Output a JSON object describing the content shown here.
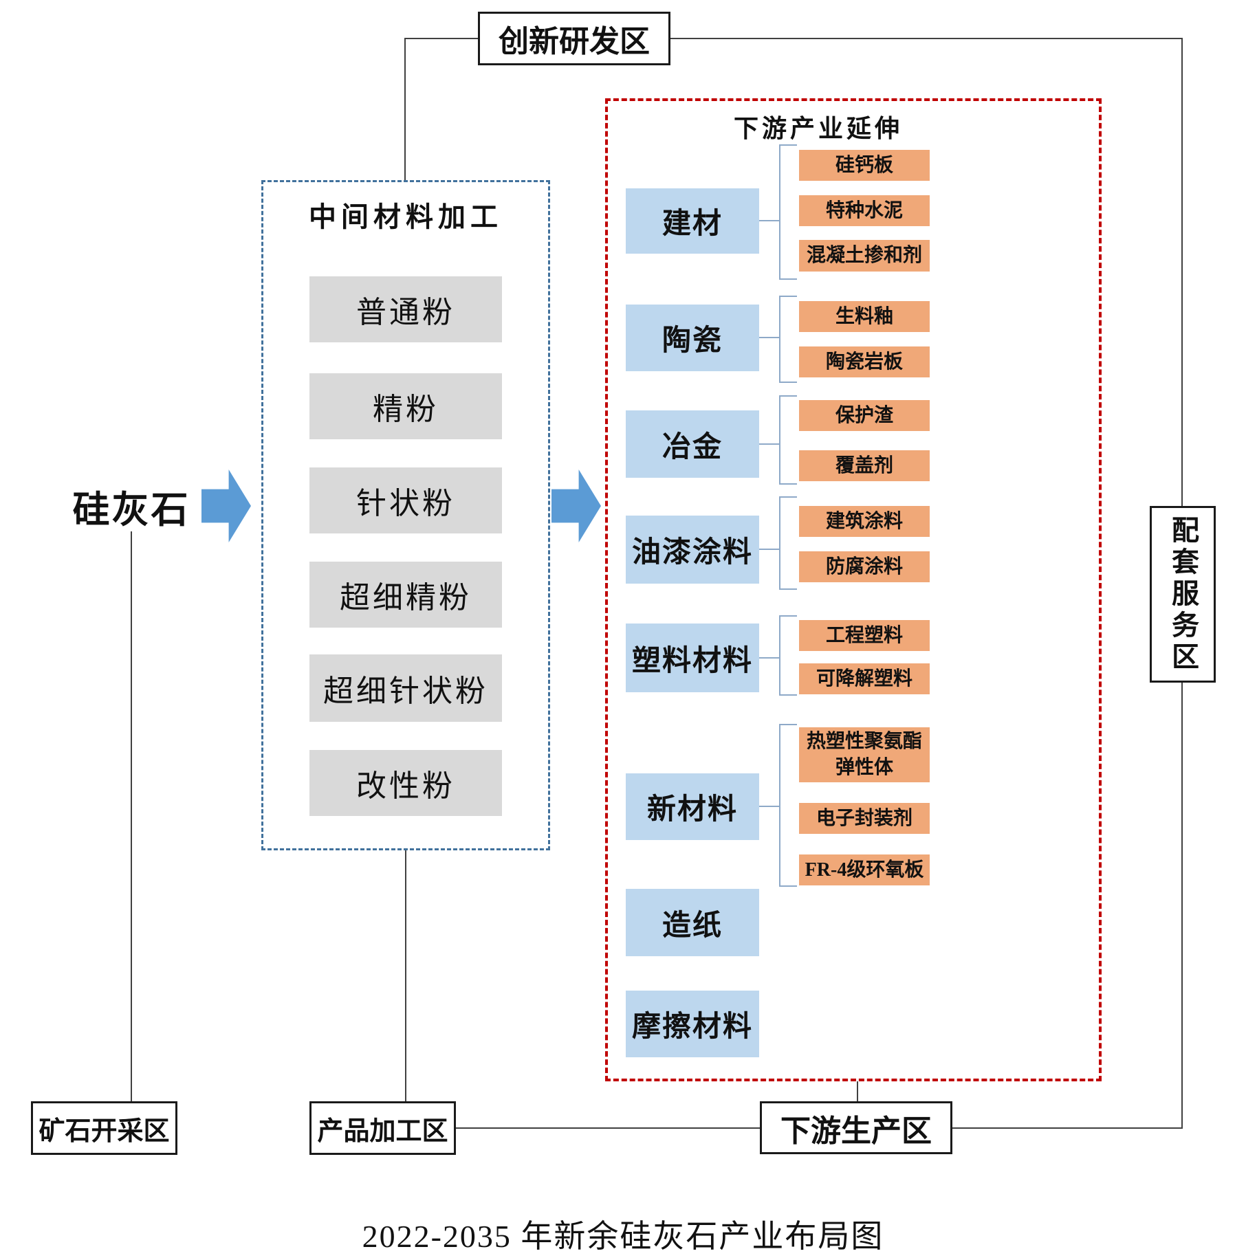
{
  "page_title": "2022-2035 年新余硅灰石产业布局图",
  "source": {
    "label": "硅灰石"
  },
  "zones": {
    "innovation": "创新研发区",
    "mining": "矿石开采区",
    "product_processing": "产品加工区",
    "downstream_production": "下游生产区",
    "support_service": "配套服务区"
  },
  "intermediate": {
    "title": "中间材料加工",
    "items": [
      "普通粉",
      "精粉",
      "针状粉",
      "超细精粉",
      "超细针状粉",
      "改性粉"
    ]
  },
  "downstream": {
    "title": "下游产业延伸",
    "groups": [
      {
        "category": "建材",
        "products": [
          "硅钙板",
          "特种水泥",
          "混凝土掺和剂"
        ]
      },
      {
        "category": "陶瓷",
        "products": [
          "生料釉",
          "陶瓷岩板"
        ]
      },
      {
        "category": "冶金",
        "products": [
          "保护渣",
          "覆盖剂"
        ]
      },
      {
        "category": "油漆涂料",
        "products": [
          "建筑涂料",
          "防腐涂料"
        ]
      },
      {
        "category": "塑料材料",
        "products": [
          "工程塑料",
          "可降解塑料"
        ]
      },
      {
        "category": "新材料",
        "products": [
          "热塑性聚氨酯弹性体",
          "电子封装剂",
          "FR-4级环氧板"
        ]
      },
      {
        "category": "造纸",
        "products": []
      },
      {
        "category": "摩擦材料",
        "products": []
      }
    ]
  },
  "colors": {
    "arrow_blue": "#5B9BD5",
    "category_blue": "#BDD7EE",
    "product_orange": "#F0A878",
    "intermediate_gray": "#D9D9D9",
    "red_dashed_border": "#C00000",
    "blue_dashed_border": "#41719C",
    "bracket_line": "#8EA9C8",
    "connector_line": "#404040"
  }
}
